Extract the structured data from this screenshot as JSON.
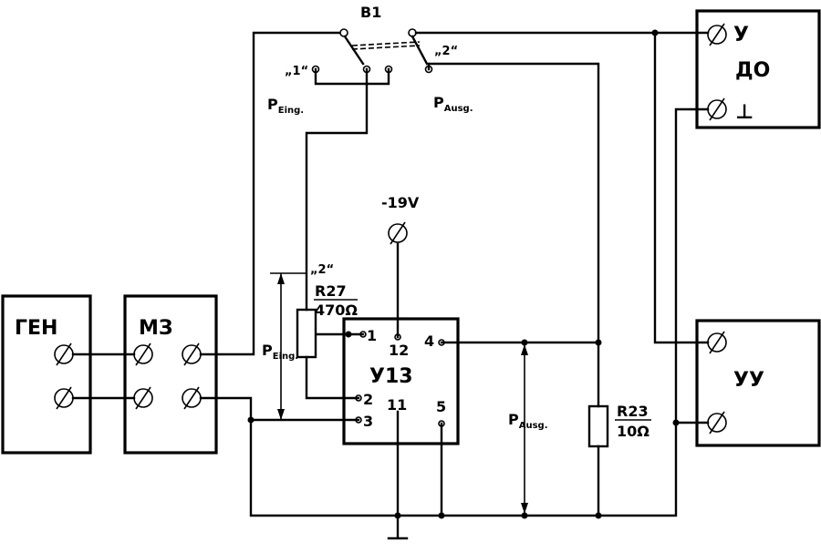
{
  "switch": {
    "name": "B1",
    "pos1": "„1“",
    "pos2": "„2“"
  },
  "power": {
    "label": "-19V"
  },
  "generator": {
    "label": "ГЕН"
  },
  "attenuator": {
    "label": "МЗ"
  },
  "amp_module": {
    "label": "У13",
    "pins": {
      "p1": "1",
      "p2": "2",
      "p3": "3",
      "p4": "4",
      "p5": "5",
      "p11": "11",
      "p12": "12"
    }
  },
  "oscilloscope": {
    "label": "ДО",
    "input_y": "У",
    "ground": "⊥"
  },
  "amplifier": {
    "label": "УУ"
  },
  "resistors": {
    "r27": {
      "name": "R27",
      "value": "470Ω",
      "tap": "„2“"
    },
    "r23": {
      "name": "R23",
      "value": "10Ω"
    }
  },
  "power_labels": {
    "p_in": "P",
    "p_in_sub": "Eing.",
    "p_out": "P",
    "p_out_sub": "Ausg."
  }
}
